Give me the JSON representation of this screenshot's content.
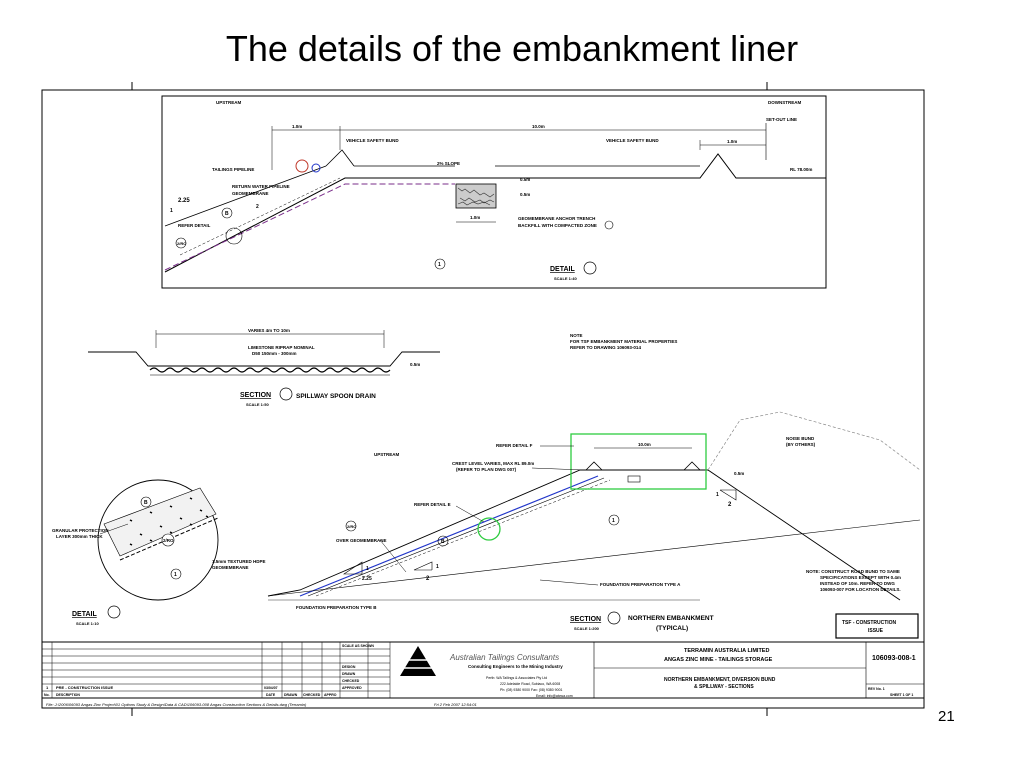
{
  "slide": {
    "title": "The details of the embankment liner",
    "page_number": "21"
  },
  "top_detail": {
    "upstream": "UPSTREAM",
    "downstream": "DOWNSTREAM",
    "set_out_line": "SET-OUT LINE",
    "dim_left": "1.0m",
    "dim_mid": "10.0m",
    "dim_right": "1.0m",
    "vehicle_bund_left": "VEHICLE SAFETY BUND",
    "vehicle_bund_right": "VEHICLE SAFETY BUND",
    "tailings_pipeline": "TAILINGS PIPELINE",
    "return_water_pipeline": "RETURN WATER PIPELINE",
    "geomembrane": "GEOMEMBRANE",
    "crossfall": "2% SLOPE",
    "rl": "RL 78.00m",
    "depth_1": "0.5m",
    "depth_2": "0.5m",
    "trench_width": "1.0m",
    "anchor_trench": "GEOMEMBRANE ANCHOR TRENCH",
    "backfill": "BACKFILL WITH COMPACTED ZONE",
    "refer_detail": "REFER DETAIL",
    "slope_label": "2.25",
    "slope_1": "1",
    "slope_2": "2",
    "zone_b": "B",
    "zone_2ro": "2/RO",
    "zone_1": "1",
    "detail_label": "DETAIL",
    "detail_scale": "SCALE 1:40"
  },
  "spillway": {
    "varies": "VARIES 4m TO 10m",
    "riprap": "LIMESTONE RIPRAP NOMINAL",
    "riprap_size": "D50 150mm - 300mm",
    "depth": "0.5m",
    "note_title": "NOTE",
    "note_1": "FOR TSF EMBANKMENT MATERIAL PROPERTIES",
    "note_2": "REFER TO DRAWING 106093-014",
    "section_label": "SECTION",
    "section_title": "SPILLWAY SPOON DRAIN",
    "section_scale": "SCALE 1:50"
  },
  "northern": {
    "upstream": "UPSTREAM",
    "refer_detail_f": "REFER DETAIL F",
    "crest_level_1": "CREST LEVEL VARIES, MAX RL 89.0m",
    "crest_level_2": "(REFER TO PLAN DWG 007)",
    "crest_width": "10.0m",
    "crest_depth": "0.5m",
    "noise_bund_1": "NOISE BUND",
    "noise_bund_2": "(BY OTHERS)",
    "refer_detail_e": "REFER DETAIL E",
    "ro_label": "2/RO",
    "over_geomembrane": "OVER GEOMEMBRANE",
    "zone_b": "B",
    "zone_1": "1",
    "slope_h": "2.25",
    "slope_v": "1",
    "slope2_h": "2",
    "slope2_v": "1",
    "ds_slope_h": "2",
    "ds_slope_v": "1",
    "foundation_a": "FOUNDATION PREPARATION TYPE A",
    "foundation_b": "FOUNDATION PREPARATION TYPE B",
    "note_1": "NOTE: CONSTRUCT ROAD BUND TO SAME",
    "note_2": "SPECIFICATIONS EXCEPT WITH 0.4m",
    "note_3": "INSTEAD OF 10m. REFER TO DWG",
    "note_4": "106093-007 FOR LOCATION DETAILS.",
    "section_label": "SECTION",
    "section_title_1": "NORTHERN EMBANKMENT",
    "section_title_2": "(TYPICAL)",
    "section_scale": "SCALE 1:200",
    "stamp_1": "TSF - CONSTRUCTION",
    "stamp_2": "ISSUE"
  },
  "detail_e": {
    "granular_1": "GRANULAR PROTECTION",
    "granular_2": "LAYER 300mm THICK",
    "ro": "2/RO",
    "geomembrane_1": "1.5mm TEXTURED HDPE",
    "geomembrane_2": "GEOMEMBRANE",
    "zone_b": "B",
    "zone_1": "1",
    "detail_label": "DETAIL",
    "detail_scale": "SCALE 1:10"
  },
  "title_block": {
    "company": "Australian Tailings Consultants",
    "tagline": "Consulting Engineers to the Mining Industry",
    "address_1": "Perth: WA Tailings & Associates Pty Ltd",
    "address_2": "222 Adelaide Road, Subiaco, WA 6008",
    "phone": "Ph: (08) 9380 9000   Fax: (08) 9380 9001",
    "email": "Email: info@atcwa.com",
    "client": "TERRAMIN AUSTRALIA LIMITED",
    "project": "ANGAS ZINC MINE - TAILINGS STORAGE",
    "drawing_title_1": "NORTHERN EMBANKMENT, DIVERSION BUND",
    "drawing_title_2": "& SPILLWAY - SECTIONS",
    "drawing_no": "106093-008-1",
    "rev_label": "REV No. 1",
    "sheet": "SHEET 1 OF 1",
    "rev_row_no": "1",
    "rev_row_desc": "PRE - CONSTRUCTION ISSUE",
    "rev_date": "03/04/07",
    "header_no": "No.",
    "header_description": "DESCRIPTION",
    "header_date": "DATE",
    "header_drawn": "DRAWN",
    "header_checked": "CHECKED",
    "header_approved": "APPRO",
    "scales": "SCALE AS SHOWN",
    "approved": "APPROVED",
    "drawn": "DRAWN",
    "designed": "DESIGN",
    "checked": "CHECKED",
    "footer_path": "File: J:\\2006\\06093 Angas Zinc Project\\01 Options Study & Design\\Data & CAD\\106093-008 Angas Construction Sections & Details.dwg (Terramin)",
    "footer_date": "Fri 2 Feb 2007 12:54:01"
  }
}
